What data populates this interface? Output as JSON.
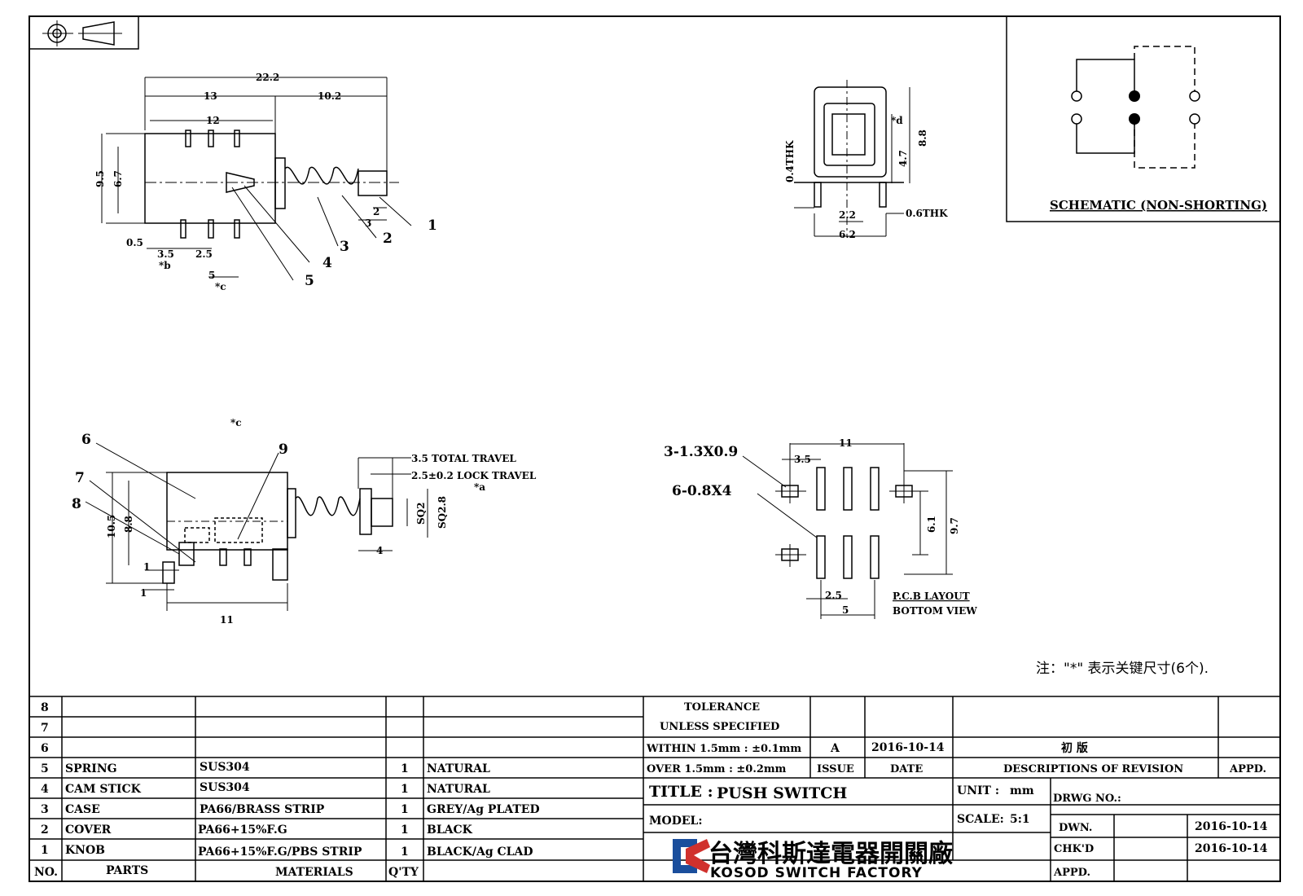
{
  "drawing": {
    "side_view": {
      "dims": {
        "total_length": "22.2",
        "body_len": "13",
        "inner_len": "12",
        "knob_len": "10.2",
        "height_outer": "9.5",
        "height_inner": "6.7",
        "d2": "2",
        "d3": "3",
        "d0_5": "0.5",
        "d3_5": "3.5",
        "d2_5": "2.5",
        "d5": "5"
      },
      "key_b": "*b",
      "key_c": "*c",
      "callouts": [
        "1",
        "2",
        "3",
        "4",
        "5"
      ]
    },
    "end_view": {
      "dims": {
        "thk_04": "0.4THK",
        "w2_2": "2.2",
        "thk_06": "0.6THK",
        "w6_2": "6.2",
        "h4_7": "4.7",
        "h8_8": "8.8"
      },
      "key_d": "*d"
    },
    "schematic": {
      "caption": "SCHEMATIC (NON-SHORTING)"
    },
    "front_view": {
      "key_c": "*c",
      "dims": {
        "total_travel": "3.5 TOTAL TRAVEL",
        "lock_travel": "2.5±0.2 LOCK TRAVEL",
        "key_a": "*a",
        "sq2": "SQ2",
        "sq2_8": "SQ2.8",
        "d4": "4",
        "h10_5": "10.5",
        "h8_8": "8.8",
        "d1a": "1",
        "d1b": "1",
        "w11": "11"
      },
      "callouts": [
        "6",
        "7",
        "8",
        "9"
      ]
    },
    "pcb": {
      "hole1": "3-1.3X0.9",
      "hole2": "6-0.8X4",
      "dims": {
        "w11": "11",
        "d3_5": "3.5",
        "h6_1": "6.1",
        "h9_7": "9.7",
        "d2_5": "2.5",
        "d5": "5"
      },
      "caption1": "P.C.B LAYOUT",
      "caption2": "BOTTOM VIEW"
    },
    "note": "注：\"*\"  表示关键尺寸(6个)."
  },
  "bom": {
    "rows": [
      {
        "no": "8",
        "part": "",
        "material": "",
        "qty": "",
        "finish": ""
      },
      {
        "no": "7",
        "part": "",
        "material": "",
        "qty": "",
        "finish": ""
      },
      {
        "no": "6",
        "part": "",
        "material": "",
        "qty": "",
        "finish": ""
      },
      {
        "no": "5",
        "part": "SPRING",
        "material": "SUS304",
        "qty": "1",
        "finish": "NATURAL"
      },
      {
        "no": "4",
        "part": "CAM STICK",
        "material": "SUS304",
        "qty": "1",
        "finish": "NATURAL"
      },
      {
        "no": "3",
        "part": "CASE",
        "material": "PA66/BRASS STRIP",
        "qty": "1",
        "finish": "GREY/Ag PLATED"
      },
      {
        "no": "2",
        "part": "COVER",
        "material": "PA66+15%F.G",
        "qty": "1",
        "finish": "BLACK"
      },
      {
        "no": "1",
        "part": "KNOB",
        "material": "PA66+15%F.G/PBS STRIP",
        "qty": "1",
        "finish": "BLACK/Ag CLAD"
      }
    ],
    "header": {
      "no": "NO.",
      "part": "PARTS",
      "material": "MATERIALS",
      "qty": "Q'TY"
    }
  },
  "tolerance": {
    "line1": "TOLERANCE",
    "line2": "UNLESS  SPECIFIED",
    "line3": "WITHIN 1.5mm : ±0.1mm",
    "line4": "OVER 1.5mm : ±0.2mm"
  },
  "revision": {
    "issue": "A",
    "date": "2016-10-14",
    "description": "初  版",
    "issue_h": "ISSUE",
    "date_h": "DATE",
    "desc_h": "DESCRIPTIONS OF REVISION",
    "appd_h": "APPD."
  },
  "title_block": {
    "title_label": "TITLE :",
    "title": "PUSH SWITCH",
    "unit_label": "UNIT :",
    "unit": "mm",
    "model_label": "MODEL:",
    "scale_label": "SCALE:",
    "scale": "5:1",
    "drwg_no": "DRWG NO.:",
    "dwn": "DWN.",
    "dwn_date": "2016-10-14",
    "chkd": "CHK'D",
    "chkd_date": "2016-10-14",
    "appd": "APPD.",
    "company_cn": "台灣科斯達電器開關廠",
    "company_en": "KOSOD SWITCH FACTORY"
  }
}
